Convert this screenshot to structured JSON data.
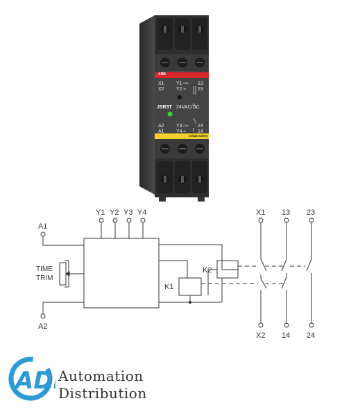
{
  "relay": {
    "brand": "ABB",
    "x1": "X1",
    "x2": "X2",
    "y1": "Y1",
    "y1_time": "0.5s",
    "y2": "Y2",
    "y2_time": "1s",
    "t13": "13",
    "t23": "23",
    "model": "JSR3T",
    "voltage": "24VAC/DC",
    "a2": "A2",
    "a1": "A1",
    "y3": "Y3",
    "y3_time": "2.5s",
    "y4": "Y4",
    "y4_time": "4s",
    "t24": "24",
    "t14": "14",
    "series": "Jokab Safety"
  },
  "schematic": {
    "a1": "A1",
    "a2": "A2",
    "y1": "Y1",
    "y2": "Y2",
    "y3": "Y3",
    "y4": "Y4",
    "time": "TIME",
    "trim": "TRIM",
    "k1": "K1",
    "k2": "K2",
    "x1": "X1",
    "x2": "X2",
    "t13": "13",
    "t14": "14",
    "t23": "23",
    "t24": "24"
  },
  "brand": {
    "logo_text": "ADI",
    "line1": "Automation",
    "line2": "Distribution",
    "colors": {
      "blue": "#2d9ad6",
      "dark": "#333333"
    }
  }
}
